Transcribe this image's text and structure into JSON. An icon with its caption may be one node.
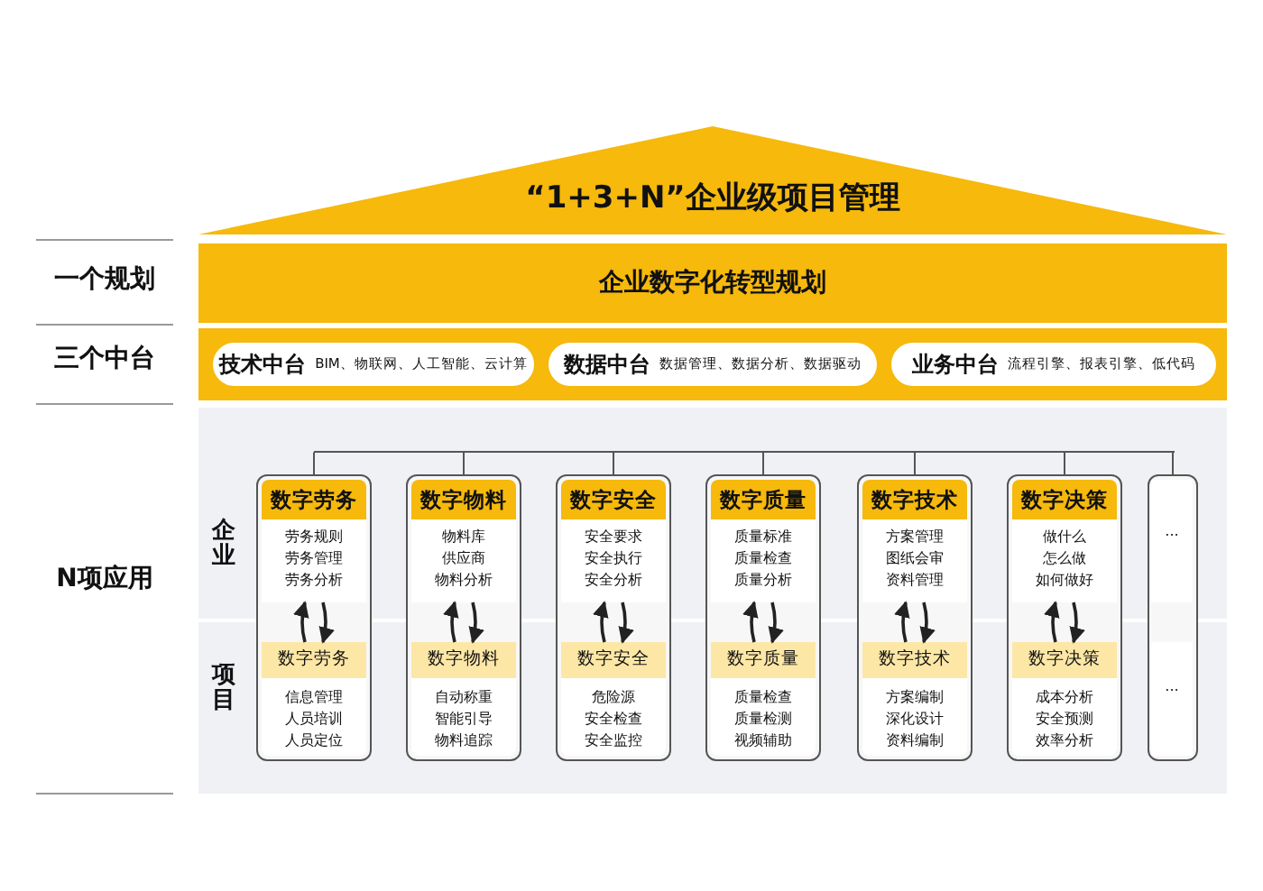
{
  "diagram": {
    "title": "“1+3+N”企业级项目管理",
    "nodes": [
      {
        "text": [
          "企业数字化转型规划"
        ]
      },
      {
        "text": [
          "技术中台",
          "BIM、物联网、人工智能、云计算"
        ]
      },
      {
        "text": [
          "数据中台",
          "数据管理、数据分析、数据驱动"
        ]
      },
      {
        "text": [
          "业务中台",
          "流程引擎、报表引擎、低代码"
        ]
      },
      {
        "text": [],
        "shape": "box"
      },
      {
        "text": [
          "数字劳务",
          "劳务规则",
          "劳务管理",
          "劳务分析"
        ],
        "in": 4
      },
      {
        "text": [
          "数字劳务",
          "信息管理",
          "人员培训",
          "人员定位"
        ],
        "in": 4
      },
      {
        "text": [],
        "shape": "box"
      },
      {
        "text": [
          "数字物料",
          "物料库",
          "供应商",
          "物料分析"
        ],
        "in": 7
      },
      {
        "text": [
          "数字物料",
          "自动称重",
          "智能引导",
          "物料追踪"
        ],
        "in": 7
      },
      {
        "text": [],
        "shape": "box"
      },
      {
        "text": [
          "数字安全",
          "安全要求",
          "安全执行",
          "安全分析"
        ],
        "in": 10
      },
      {
        "text": [
          "数字安全",
          "危险源",
          "安全检查",
          "安全监控"
        ],
        "in": 10
      },
      {
        "text": [],
        "shape": "box"
      },
      {
        "text": [
          "数字质量",
          "质量标准",
          "质量检查",
          "质量分析"
        ],
        "in": 13
      },
      {
        "text": [
          "数字质量",
          "质量检查",
          "质量检测",
          "视频辅助"
        ],
        "in": 13
      },
      {
        "text": [],
        "shape": "box"
      },
      {
        "text": [
          "数字技术",
          "方案管理",
          "图纸会审",
          "资料管理"
        ],
        "in": 16
      },
      {
        "text": [
          "数字技术",
          "方案编制",
          "深化设计",
          "资料编制"
        ],
        "in": 16
      },
      {
        "text": [],
        "shape": "box"
      },
      {
        "text": [
          "数字决策",
          "做什么",
          "怎么做",
          "如何做好"
        ],
        "in": 19
      },
      {
        "text": [
          "数字决策",
          "成本分析",
          "安全预测",
          "效率分析"
        ],
        "in": 19
      },
      {
        "text": [
          "...",
          "..."
        ]
      },
      {
        "text": [],
        "shape": "bar"
      }
    ],
    "edges": [
      {
        "from": 6,
        "to": 5,
        "arrow": "to"
      },
      {
        "from": 5,
        "to": 6,
        "arrow": "to"
      },
      {
        "from": 9,
        "to": 8,
        "arrow": "to"
      },
      {
        "from": 8,
        "to": 9,
        "arrow": "to"
      },
      {
        "from": 12,
        "to": 11,
        "arrow": "to"
      },
      {
        "from": 11,
        "to": 12,
        "arrow": "to"
      },
      {
        "from": 15,
        "to": 14,
        "arrow": "to"
      },
      {
        "from": 14,
        "to": 15,
        "arrow": "to"
      },
      {
        "from": 18,
        "to": 17,
        "arrow": "to"
      },
      {
        "from": 17,
        "to": 18,
        "arrow": "to"
      },
      {
        "from": 21,
        "to": 20,
        "arrow": "to"
      },
      {
        "from": 20,
        "to": 21,
        "arrow": "to"
      },
      {
        "from": 23,
        "to": 4,
        "arrow": "none"
      },
      {
        "from": 23,
        "to": 7,
        "arrow": "none"
      },
      {
        "from": 23,
        "to": 10,
        "arrow": "none"
      },
      {
        "from": 23,
        "to": 13,
        "arrow": "none"
      },
      {
        "from": 23,
        "to": 16,
        "arrow": "none"
      },
      {
        "from": 23,
        "to": 19,
        "arrow": "none"
      },
      {
        "from": 23,
        "to": 22,
        "arrow": "none"
      }
    ],
    "labels": [
      "一个规划",
      "三个中台",
      "N项应用",
      "企业",
      "项目"
    ]
  }
}
